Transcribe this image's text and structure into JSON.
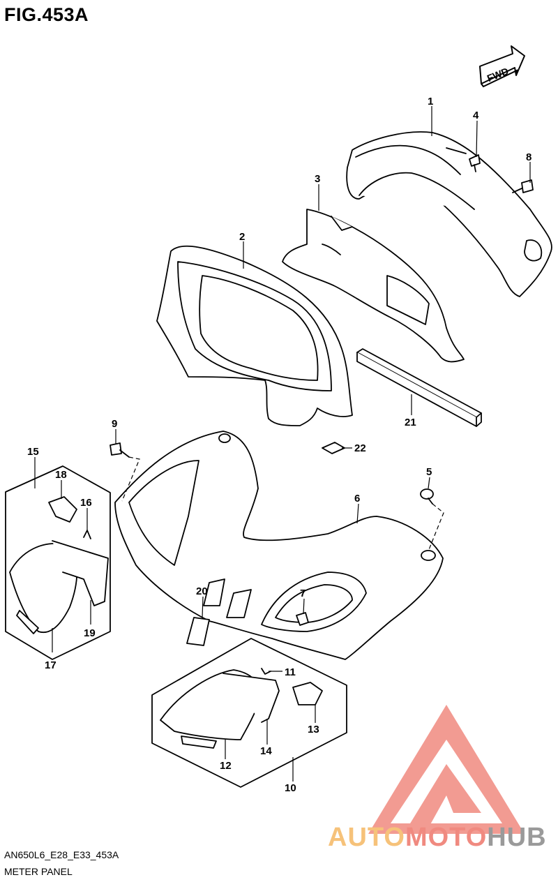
{
  "figure": {
    "title": "FIG.453A",
    "code": "AN650L6_E28_E33_453A",
    "name": "METER PANEL",
    "fwd_label": "FWD"
  },
  "callouts": [
    "1",
    "2",
    "3",
    "4",
    "5",
    "6",
    "7",
    "8",
    "9",
    "10",
    "11",
    "12",
    "13",
    "14",
    "15",
    "16",
    "17",
    "18",
    "19",
    "20",
    "21",
    "22"
  ],
  "watermark": {
    "auto": "AUTO",
    "moto": "MOTO",
    "hub": "HUB",
    "colors": {
      "auto": "#f6c27a",
      "moto": "#f08a80",
      "hub": "#9a9a9a",
      "logo": "#f08a80"
    }
  }
}
